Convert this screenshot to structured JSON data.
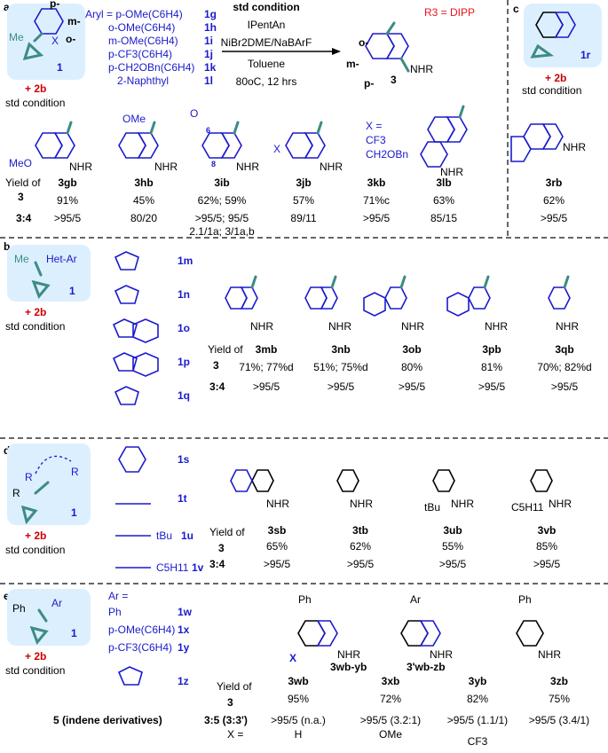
{
  "labels": {
    "panel_a": "a",
    "panel_b": "b",
    "panel_c": "c",
    "panel_d": "d",
    "panel_e": "e",
    "plus_2b": "+ 2b",
    "std_condition": "std condition",
    "me": "Me",
    "ph": "Ph",
    "ar": "Ar",
    "x": "X",
    "p": "p-",
    "m": "m-",
    "o": "o-",
    "het_ar": "Het-Ar",
    "r1": "R",
    "r2": "R",
    "r3": "R",
    "sup1": "1",
    "sup2": "2",
    "sup3": "3",
    "nhr3": "NHR",
    "yield_of": "Yield of",
    "three": "3",
    "ratio34": "3:4",
    "ratio35": "3:5 (3:3')",
    "indene": "5 (indene derivatives)",
    "x_equals": "X ="
  },
  "panel_a": {
    "aryl_list": [
      {
        "name": "Aryl = p-OMe(C6H4)",
        "id": "1g"
      },
      {
        "name": "o-OMe(C6H4)",
        "id": "1h"
      },
      {
        "name": "m-OMe(C6H4)",
        "id": "1i"
      },
      {
        "name": "p-CF3(C6H4)",
        "id": "1j"
      },
      {
        "name": "p-CH2OBn(C6H4)",
        "id": "1k"
      },
      {
        "name": "2-Naphthyl",
        "id": "1l"
      }
    ],
    "conditions": {
      "title": "std condition",
      "line1": "IPentAn",
      "line2": "NiBr2DME/NaBArF",
      "line3": "Toluene",
      "line4": "80oC, 12 hrs"
    },
    "product_label": "3",
    "r3_note": "R3 = DIPP",
    "x_sub": [
      "X =",
      "CF3",
      "CH2OBn"
    ],
    "compounds": [
      {
        "id": "3gb",
        "yield": "91%",
        "ratio": ">95/5"
      },
      {
        "id": "3hb",
        "yield": "45%",
        "ratio": "80/20"
      },
      {
        "id": "3ib",
        "yield": "62%; 59%",
        "ratio": ">95/5; 95/5",
        "extra": "2.1/1a; 3/1a,b"
      },
      {
        "id": "3jb",
        "yield": "57%",
        "ratio": "89/11"
      },
      {
        "id": "3kb",
        "yield": "71%c",
        "ratio": ">95/5"
      },
      {
        "id": "3lb",
        "yield": "63%",
        "ratio": "85/15"
      }
    ],
    "atom_6": "6",
    "atom_8": "8",
    "ome": "OMe",
    "meo": "MeO",
    "o_atom": "O"
  },
  "panel_c": {
    "substrate": "1r",
    "compound": {
      "id": "3rb",
      "yield": "62%",
      "ratio": ">95/5"
    }
  },
  "panel_b": {
    "substrates": [
      "1m",
      "1n",
      "1o",
      "1p",
      "1q"
    ],
    "compounds": [
      {
        "id": "3mb",
        "yield": "71%; 77%d",
        "ratio": ">95/5"
      },
      {
        "id": "3nb",
        "yield": "51%; 75%d",
        "ratio": ">95/5"
      },
      {
        "id": "3ob",
        "yield": "80%",
        "ratio": ">95/5"
      },
      {
        "id": "3pb",
        "yield": "81%",
        "ratio": ">95/5"
      },
      {
        "id": "3qb",
        "yield": "70%; 82%d",
        "ratio": ">95/5"
      }
    ]
  },
  "panel_d": {
    "substrates": [
      "1s",
      "1t",
      "1u",
      "1v"
    ],
    "tbu": "tBu",
    "c5h11": "C5H11",
    "compounds": [
      {
        "id": "3sb",
        "yield": "65%",
        "ratio": ">95/5"
      },
      {
        "id": "3tb",
        "yield": "62%",
        "ratio": ">95/5"
      },
      {
        "id": "3ub",
        "yield": "55%",
        "ratio": ">95/5"
      },
      {
        "id": "3vb",
        "yield": "85%",
        "ratio": ">95/5"
      }
    ]
  },
  "panel_e": {
    "ar_list": [
      {
        "name": "Ar =",
        "id": ""
      },
      {
        "name": "Ph",
        "id": "1w"
      },
      {
        "name": "p-OMe(C6H4)",
        "id": "1x"
      },
      {
        "name": "p-CF3(C6H4)",
        "id": "1y"
      },
      {
        "name": "",
        "id": "1z"
      }
    ],
    "group1": "3wb-yb",
    "group2": "3'wb-zb",
    "compounds": [
      {
        "id": "3wb",
        "yield": "95%",
        "ratio": ">95/5 (n.a.)",
        "x": "H"
      },
      {
        "id": "3xb",
        "yield": "72%",
        "ratio": ">95/5 (3.2:1)",
        "x": "OMe"
      },
      {
        "id": "3yb",
        "yield": "82%",
        "ratio": ">95/5 (1.1/1)",
        "x": "CF3"
      },
      {
        "id": "3zb",
        "yield": "75%",
        "ratio": ">95/5 (3.4/1)",
        "x": ""
      }
    ]
  },
  "colors": {
    "blue": "#1a1acc",
    "red": "#e8141c",
    "teal": "#3d8c84",
    "panel_bg": "#dcefff"
  }
}
